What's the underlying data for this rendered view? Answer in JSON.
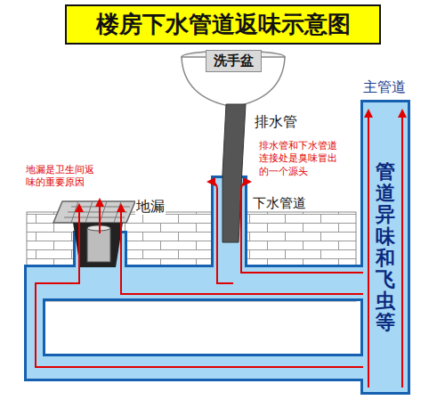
{
  "diagram": {
    "title": "楼房下水管道返味示意图",
    "nodes": [
      {
        "text": [
          "洗手盆"
        ]
      },
      {
        "text": [
          "主管道",
          "管道异味和飞虫等"
        ]
      }
    ],
    "labels": [
      "排水管",
      "排水管和下水管道连接处是臭味冒出的一个源头",
      "地漏是卫生间返味的重要原因",
      "地漏",
      "下水管道"
    ]
  }
}
